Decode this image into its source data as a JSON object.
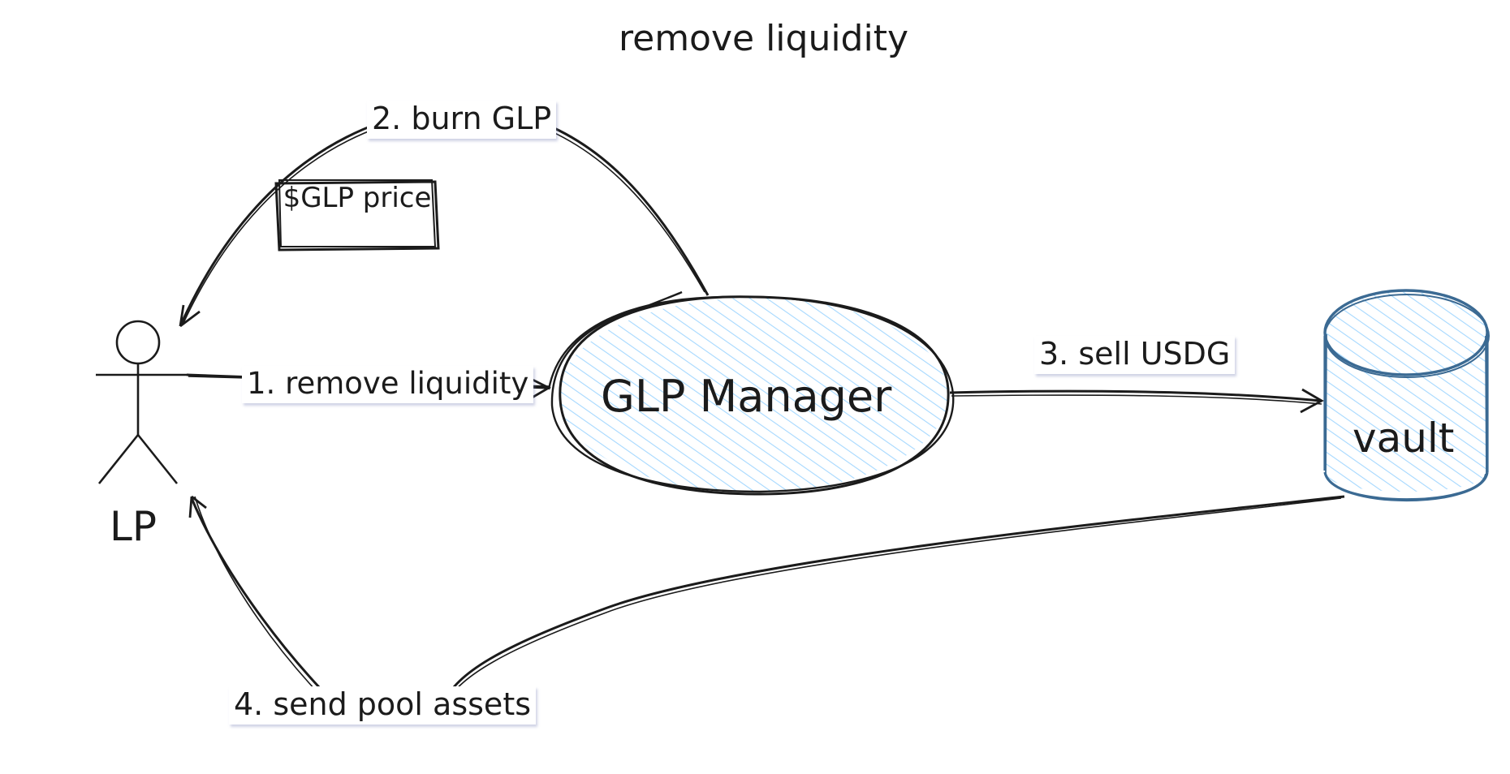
{
  "diagram": {
    "title": "remove liquidity",
    "actor": {
      "label": "LP"
    },
    "nodes": {
      "manager": "GLP Manager",
      "vault": "vault",
      "note": "$GLP price"
    },
    "edges": [
      {
        "from": "LP",
        "to": "GLP Manager",
        "label": "1. remove liquidity"
      },
      {
        "from": "GLP Manager",
        "to": "LP",
        "label": "2. burn GLP"
      },
      {
        "from": "GLP Manager",
        "to": "vault",
        "label": "3. sell USDG"
      },
      {
        "from": "vault",
        "to": "LP",
        "label": "4. send pool assets"
      }
    ]
  },
  "colors": {
    "stroke": "#1b1b1b",
    "vault_stroke": "#3b6a93",
    "hatch": "#a5d8ff",
    "label_shadow": "#7882b4"
  }
}
